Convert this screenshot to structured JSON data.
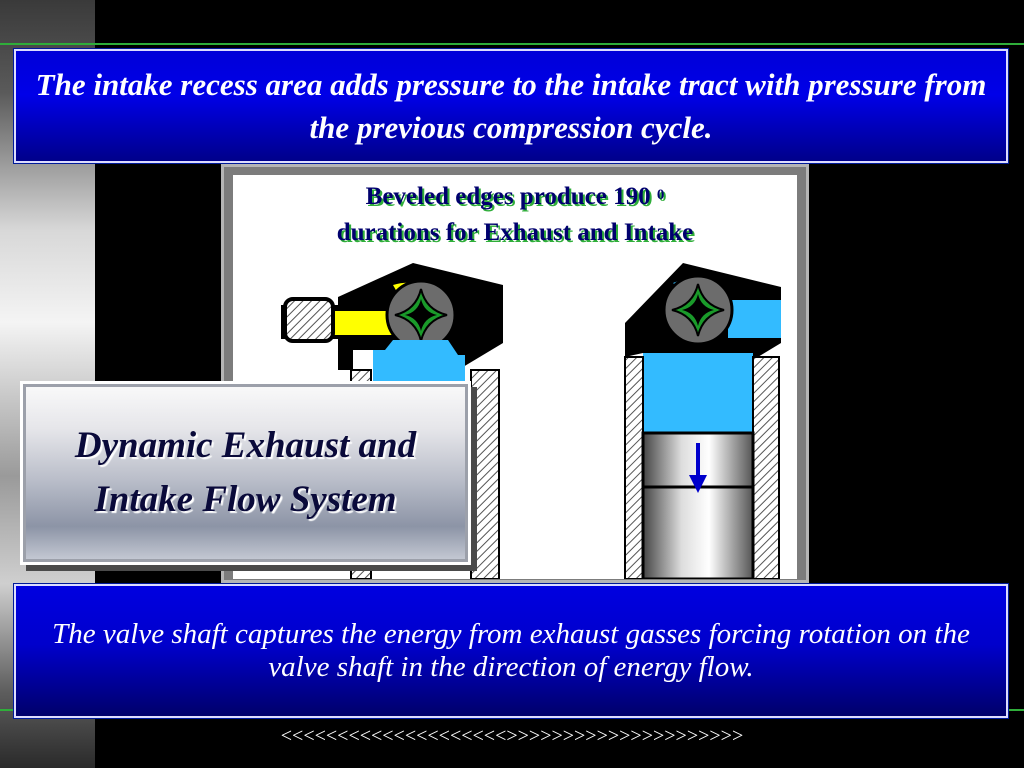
{
  "slide": {
    "top_banner_text": "The intake recess area adds pressure to the intake tract with pressure from the previous compression cycle.",
    "diagram_caption_line1": "Beveled edges produce 190",
    "diagram_caption_superscript": "0",
    "diagram_caption_line2": "durations for Exhaust and Intake",
    "title": "Dynamic Exhaust and Intake Flow System",
    "bottom_banner_text": "The valve shaft captures the energy from exhaust gasses forcing rotation on the valve shaft in the direction of energy flow.",
    "footer_arrows": "<<<<<<<<<<<<<<<<<<<<>>>>>>>>>>>>>>>>>>>>>"
  },
  "colors": {
    "banner_blue": "#0000d8",
    "accent_green": "#2fae3a",
    "intake_yellow": "#ffff00",
    "chamber_cyan": "#33bbff",
    "valve_gray": "#6c6c6c",
    "valve_green": "#1a9a2a"
  },
  "icons": [
    "down-arrow-icon",
    "rotary-valve-icon"
  ]
}
